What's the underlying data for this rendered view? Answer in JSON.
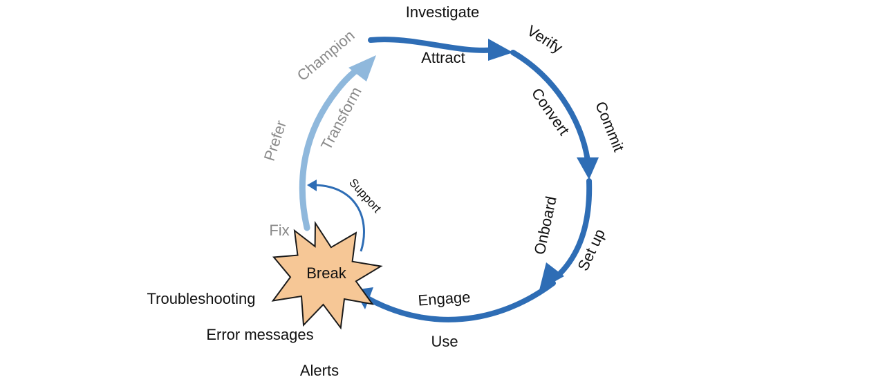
{
  "diagram": {
    "colors": {
      "main_arc": "#2e6db5",
      "light_arc": "#8fb8dc",
      "support_arc": "#2e6db5",
      "star_fill": "#f6c796",
      "star_stroke": "#1a1a1a",
      "text_dark": "#111111",
      "text_gray": "#8a8a8a"
    },
    "stages": {
      "investigate": "Investigate",
      "attract": "Attract",
      "verify": "Verify",
      "convert": "Convert",
      "commit": "Commit",
      "onboard": "Onboard",
      "set_up": "Set up",
      "engage": "Engage",
      "use": "Use",
      "fix": "Fix",
      "prefer": "Prefer",
      "transform": "Transform",
      "champion": "Champion",
      "support": "Support"
    },
    "break_label": "Break",
    "break_items": {
      "troubleshooting": "Troubleshooting",
      "error_messages": "Error messages",
      "alerts": "Alerts"
    }
  }
}
